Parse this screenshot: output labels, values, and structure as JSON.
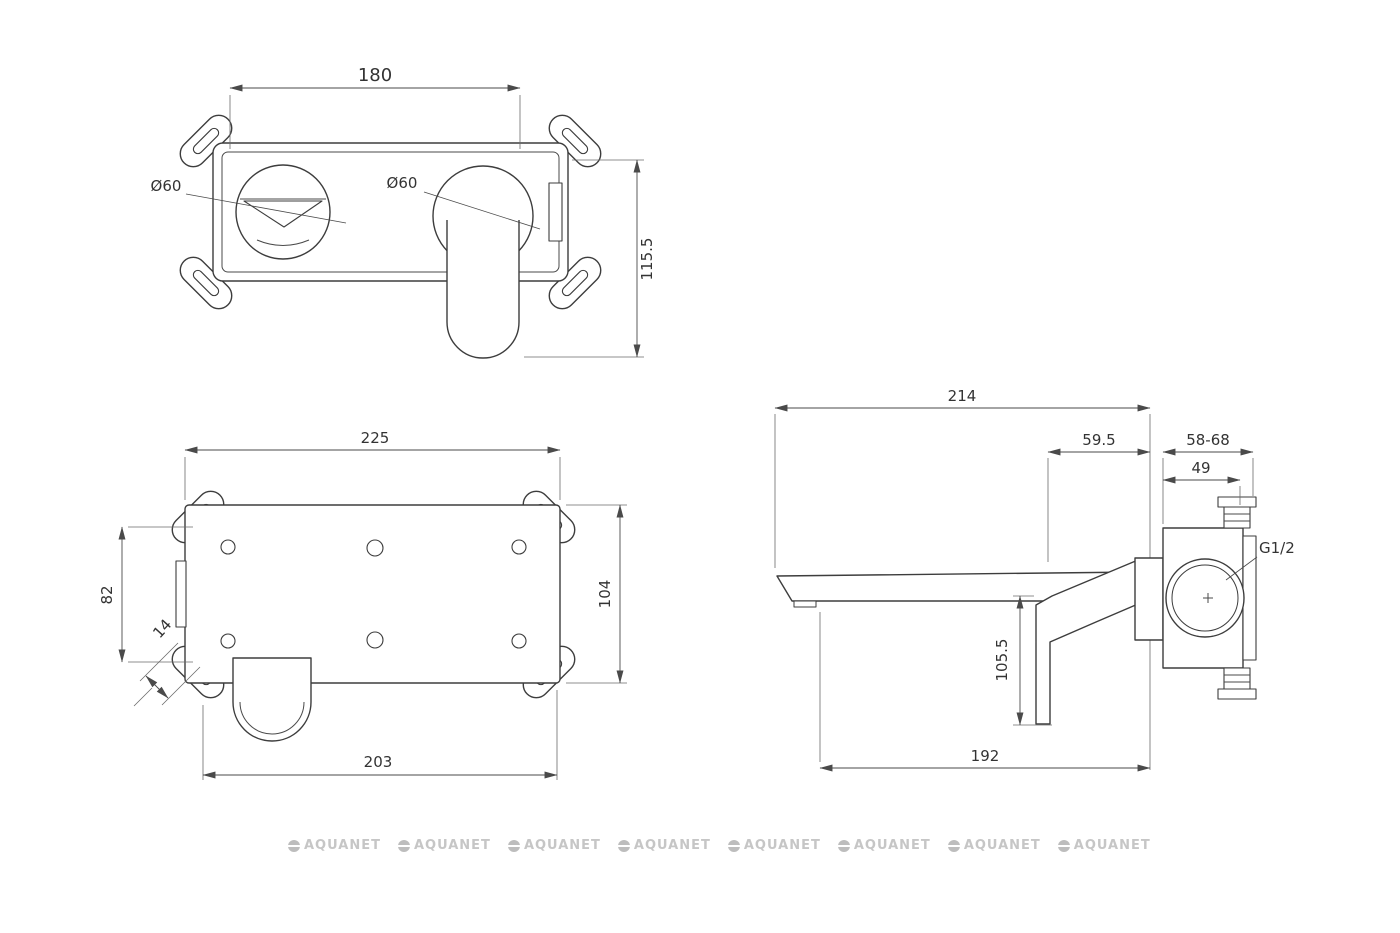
{
  "colors": {
    "line": "#3d3d3d",
    "dimension": "#4a4a4a",
    "text": "#333333",
    "watermark": "#c6c6c6",
    "background": "#ffffff"
  },
  "front_view": {
    "dim_width": "180",
    "dim_height": "115.5",
    "dim_hole_left": "Ø60",
    "dim_hole_right": "Ø60"
  },
  "back_view": {
    "dim_width_top": "225",
    "dim_hole_spacing": "82",
    "dim_height": "104",
    "dim_slot_length": "14",
    "dim_width_bottom": "203"
  },
  "side_view": {
    "dim_total_depth": "214",
    "dim_wall_offset": "59.5",
    "dim_install_depth": "58-68",
    "dim_body_depth": "49",
    "dim_thread": "G1/2",
    "dim_handle_drop": "105.5",
    "dim_spout_reach": "192"
  },
  "watermark": {
    "text": "AQUANET"
  }
}
